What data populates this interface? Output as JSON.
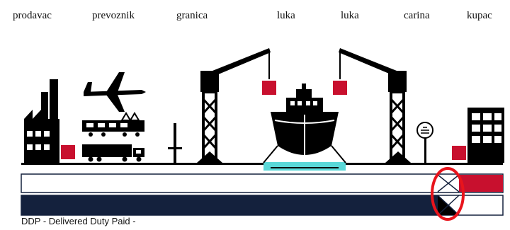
{
  "stages": {
    "seller": "prodavac",
    "carrier": "prevoznik",
    "border": "granica",
    "port_export": "luka",
    "port_import": "luka",
    "customs": "carina",
    "buyer": "kupac"
  },
  "caption": "DDP - Delivered Duty Paid -",
  "icons": {
    "factory": "factory-icon",
    "airplane": "airplane-icon",
    "train": "train-icon",
    "truck": "truck-icon",
    "border_post": "border-post-icon",
    "crane_left": "crane-icon",
    "ship": "ship-icon",
    "crane_right": "crane-icon",
    "customs_sign": "customs-sign-icon",
    "office": "office-building-icon"
  },
  "colors": {
    "navy": "#14213d",
    "red": "#c8102e",
    "highlight": "#e8141c",
    "water": "#5ad8d8",
    "black": "#000000"
  }
}
